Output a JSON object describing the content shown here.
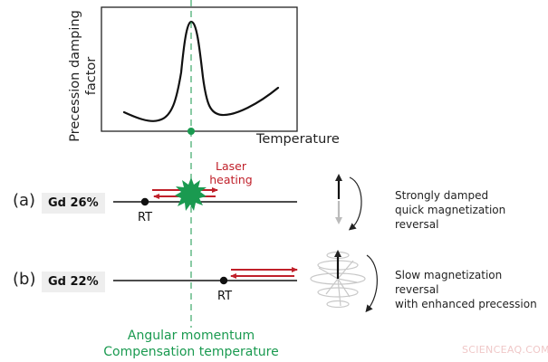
{
  "colors": {
    "curve": "#111111",
    "compensation_line": "#1a9a50",
    "laser_arrows": "#c0202a",
    "laser_burst": "#1a9a50",
    "gd_box_bg": "#eeeeee",
    "watermark": "#f0c8c8"
  },
  "chart_data": {
    "type": "line",
    "title": "",
    "xlabel": "Temperature",
    "ylabel": "Precession damping factor",
    "x_ticks": [],
    "y_ticks": [],
    "grid": false,
    "description": "Qualitative curve: damping factor low, sharp peak at angular momentum compensation temperature, dips, then rises gradually",
    "series": [
      {
        "name": "damping",
        "x": [
          0.0,
          0.1,
          0.2,
          0.28,
          0.35,
          0.4,
          0.45,
          0.5,
          0.55,
          0.6,
          0.7,
          0.8,
          0.9,
          1.0
        ],
        "values": [
          0.2,
          0.12,
          0.12,
          0.3,
          0.75,
          1.0,
          0.85,
          0.35,
          0.18,
          0.15,
          0.18,
          0.25,
          0.34,
          0.42
        ]
      }
    ],
    "annotations": [
      "green dot on x-axis marking compensation temperature",
      "dashed green vertical line"
    ]
  },
  "plot": {
    "ylabel_line1": "Precession damping",
    "ylabel_line2": "factor",
    "xlabel": "Temperature"
  },
  "row_a": {
    "letter": "(a)",
    "composition": "Gd 26%",
    "rt_label": "RT",
    "laser_label_line1": "Laser",
    "laser_label_line2": "heating",
    "description_line1": "Strongly damped",
    "description_line2": "quick magnetization reversal"
  },
  "row_b": {
    "letter": "(b)",
    "composition": "Gd 22%",
    "rt_label": "RT",
    "description_line1": "Slow magnetization reversal",
    "description_line2": "with enhanced precession"
  },
  "caption": {
    "line1": "Angular momentum",
    "line2": "Compensation temperature"
  },
  "watermark": "SCIENCEAQ.COM"
}
